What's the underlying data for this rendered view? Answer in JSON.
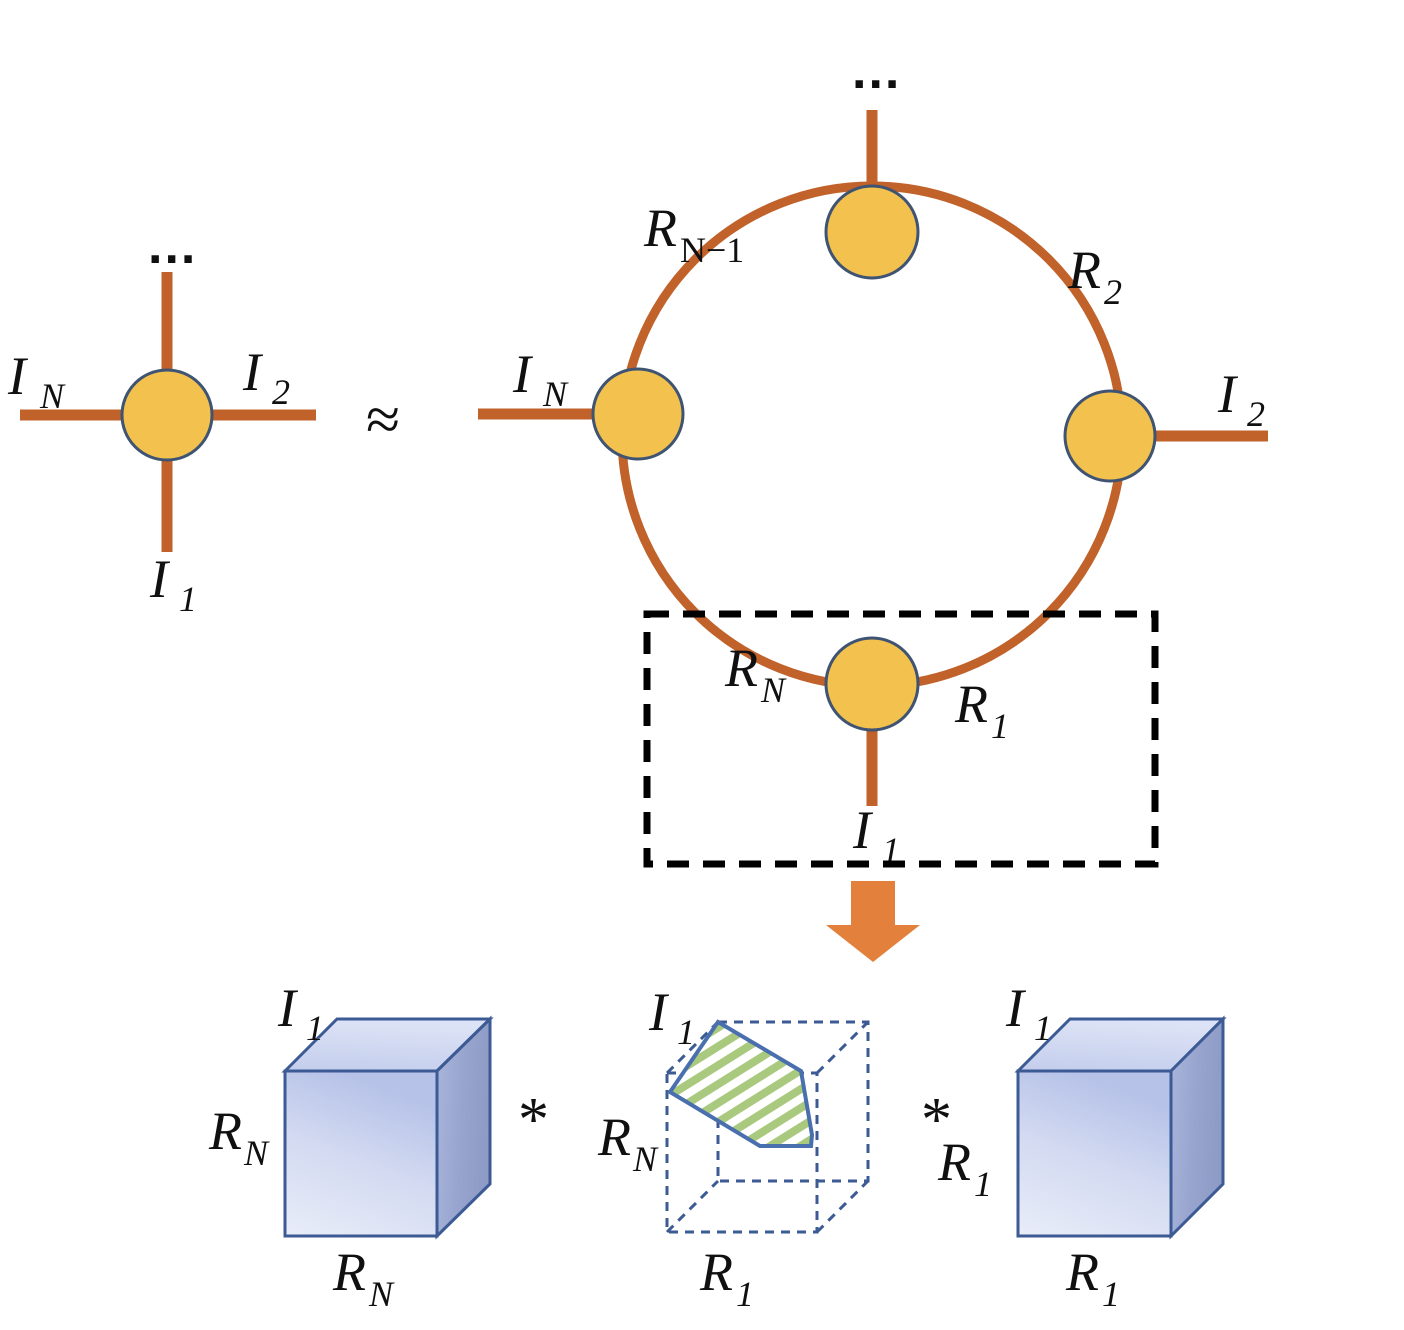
{
  "figure": {
    "title": "Tensor ring decomposition diagram",
    "colors": {
      "node_fill": "#F2C14E",
      "node_stroke": "#3F5372",
      "edge": "#C1622B",
      "arrow": "#E2803C",
      "dashed_box": "#000000",
      "cube_stroke": "#3C5A94",
      "cube_face_light": "#E8ECF8",
      "cube_face_mid": "#B9C4E8",
      "cube_side_dark": "#8E9BC4",
      "slab_stripe": "#A9C97E",
      "text": "#101010"
    },
    "left_tensor": {
      "name": "single N-way tensor node",
      "ellipsis": "...",
      "legs": [
        {
          "id": "top",
          "label": ""
        },
        {
          "id": "right",
          "label": "I_2",
          "base": "I",
          "sub": "2"
        },
        {
          "id": "left",
          "label": "I_N",
          "base": "I",
          "sub": "N"
        },
        {
          "id": "bottom",
          "label": "I_1",
          "base": "I",
          "sub": "1"
        }
      ]
    },
    "relation_symbol": "≈",
    "ring": {
      "name": "tensor ring network",
      "ellipsis": "...",
      "nodes": [
        {
          "id": "top",
          "leg_label": "",
          "position": "top"
        },
        {
          "id": "right",
          "leg_base": "I",
          "leg_sub": "2",
          "position": "right"
        },
        {
          "id": "left",
          "leg_base": "I",
          "leg_sub": "N",
          "position": "left"
        },
        {
          "id": "bottom",
          "leg_base": "I",
          "leg_sub": "1",
          "position": "bottom"
        }
      ],
      "edge_labels": [
        {
          "id": "upper-left",
          "base": "R",
          "sub": "N−1"
        },
        {
          "id": "upper-right",
          "base": "R",
          "sub": "2"
        },
        {
          "id": "lower-left",
          "base": "R",
          "sub": "N"
        },
        {
          "id": "lower-right",
          "base": "R",
          "sub": "1"
        }
      ]
    },
    "highlight_box": {
      "name": "selected core highlight",
      "style": "dashed"
    },
    "arrow": {
      "name": "expand-down-arrow",
      "direction": "down"
    },
    "product_row": {
      "operators": [
        "*",
        "*"
      ],
      "items": [
        {
          "id": "cube-left",
          "kind": "solid-cube",
          "top_label": {
            "base": "I",
            "sub": "1"
          },
          "left_label": {
            "base": "R",
            "sub": "N"
          },
          "bottom_label": {
            "base": "R",
            "sub": "N"
          }
        },
        {
          "id": "slab-middle",
          "kind": "dashed-cube-with-striped-slab",
          "top_label": {
            "base": "I",
            "sub": "1"
          },
          "left_label": {
            "base": "R",
            "sub": "N"
          },
          "bottom_label": {
            "base": "R",
            "sub": "1"
          }
        },
        {
          "id": "cube-right",
          "kind": "solid-cube",
          "top_label": {
            "base": "I",
            "sub": "1"
          },
          "left_label": {
            "base": "R",
            "sub": "1"
          },
          "bottom_label": {
            "base": "R",
            "sub": "1"
          }
        }
      ]
    }
  }
}
